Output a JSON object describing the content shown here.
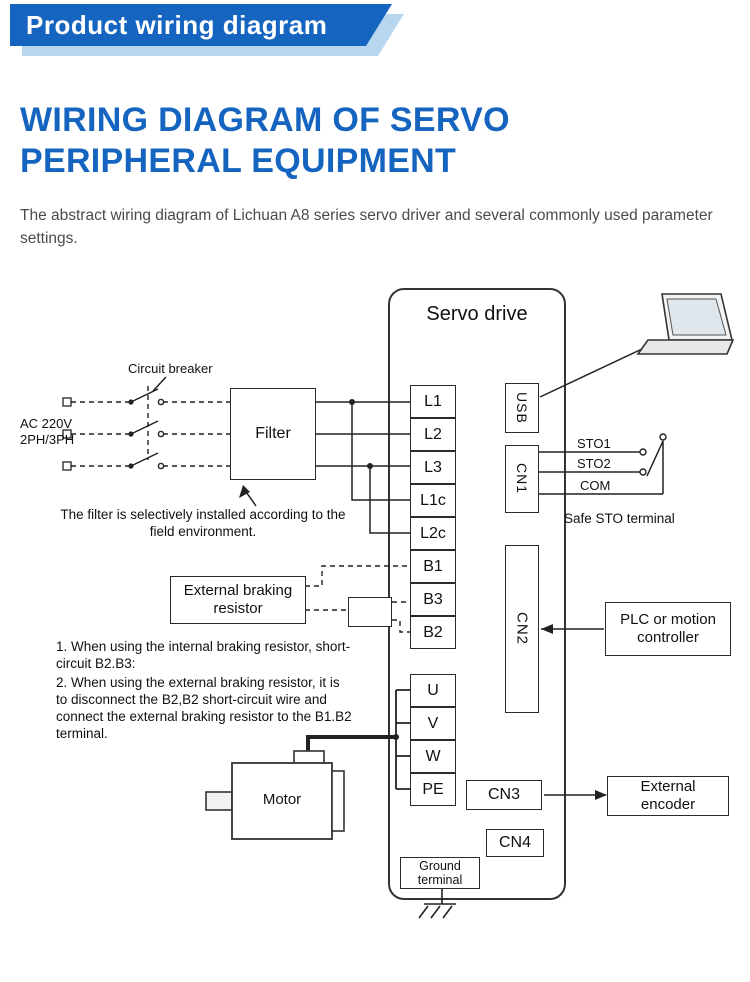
{
  "banner": {
    "title": "Product wiring diagram"
  },
  "heading": {
    "line1": "WIRING DIAGRAM OF SERVO",
    "line2": "PERIPHERAL EQUIPMENT"
  },
  "intro": "The abstract wiring diagram of Lichuan A8 series servo driver and several commonly used parameter settings.",
  "diagram": {
    "servo_drive_label": "Servo drive",
    "power_terminals": [
      "L1",
      "L2",
      "L3",
      "L1c",
      "L2c",
      "B1",
      "B3",
      "B2"
    ],
    "motor_terminals": [
      "U",
      "V",
      "W",
      "PE"
    ],
    "connectors": {
      "usb": "USB",
      "cn1": "CN1",
      "cn2": "CN2",
      "cn3": "CN3",
      "cn4": "CN4"
    },
    "ac_input_label": "AC 220V\n2PH/3PH",
    "circuit_breaker_label": "Circuit breaker",
    "filter_label": "Filter",
    "filter_note": "The filter is selectively installed according to the field environment.",
    "external_braking_resistor_label": "External braking resistor",
    "braking_notes": {
      "note1": "1. When using the internal braking resistor, short-circuit B2.B3:",
      "note2": "2. When using the external braking resistor, it is to disconnect the B2,B2 short-circuit wire and connect the external braking resistor to the B1.B2 terminal."
    },
    "motor_label": "Motor",
    "ground_terminal_label": "Ground terminal",
    "sto": {
      "line1": "STO1",
      "line2": "STO2",
      "line3": "COM",
      "caption": "Safe STO terminal"
    },
    "plc_label": "PLC or motion controller",
    "encoder_label": "External encoder"
  },
  "colors": {
    "banner_blue": "#1565c0",
    "banner_light": "#b9d6ef",
    "heading_blue": "#1565c0",
    "line_dark": "#222222"
  }
}
